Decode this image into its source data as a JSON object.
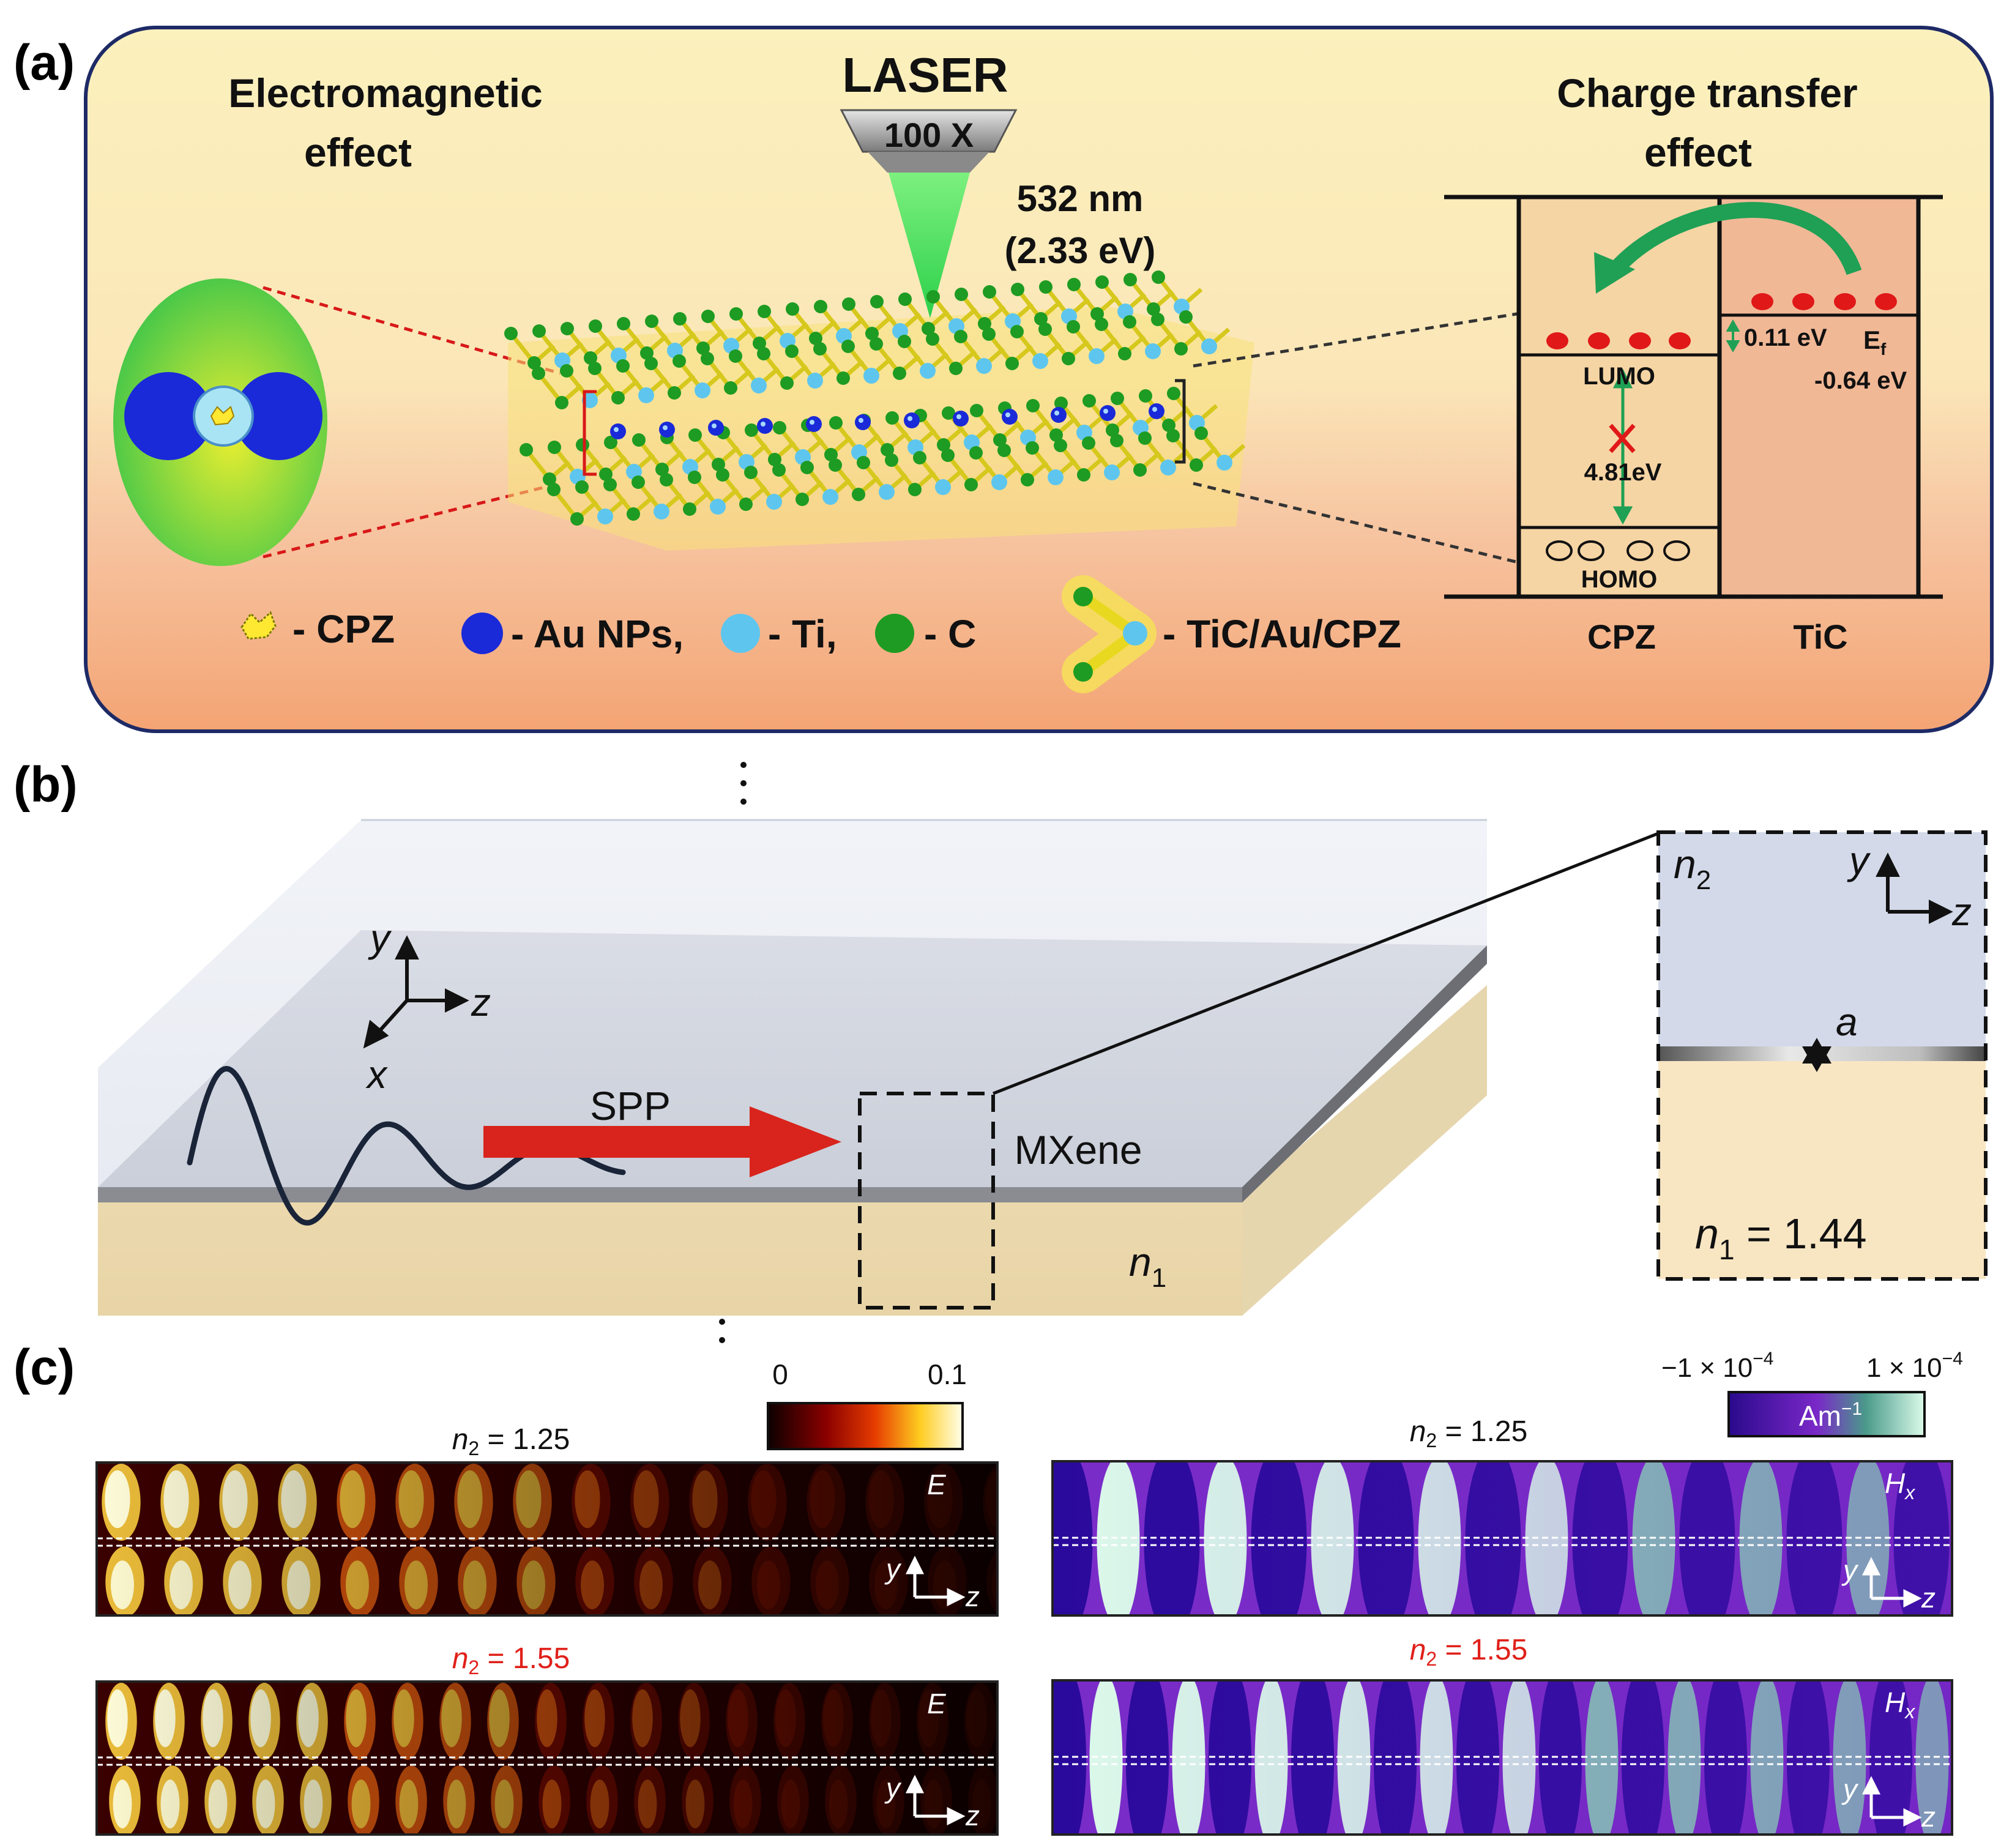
{
  "panel_a": {
    "label": "(a)",
    "em_title_1": "Electromagnetic",
    "em_title_2": "effect",
    "laser": "LASER",
    "objective": "100 X",
    "wavelength": "532 nm",
    "energy": "(2.33 eV)",
    "ct_title_1": "Charge transfer",
    "ct_title_2": "effect",
    "lumo": "LUMO",
    "homo": "HOMO",
    "gap": "4.81eV",
    "offset": "0.11 eV",
    "fermi": "E",
    "fermi_sub": "f",
    "fermi_value": "-0.64 eV",
    "col_cpz": "CPZ",
    "col_tic": "TiC",
    "legend": {
      "cpz": "- CPZ",
      "au": "- Au NPs,",
      "ti": "- Ti,",
      "c": "- C",
      "combo": "- TiC/Au/CPZ"
    }
  },
  "panel_b": {
    "label": "(b)",
    "spp": "SPP",
    "mxene": "MXene",
    "n1": "n",
    "n1_sub": "1",
    "axis_y": "y",
    "axis_z": "z",
    "axis_x": "x",
    "inset_n2": "n",
    "inset_n2_sub": "2",
    "inset_a": "a",
    "inset_n1": "n",
    "inset_n1_sub": "1",
    "inset_n1_value": " = 1.44"
  },
  "panel_c": {
    "label": "(c)",
    "e_cb_min": "0",
    "e_cb_max": "0.1",
    "h_cb_min": "−1 × 10",
    "h_cb_min_exp": "−4",
    "h_cb_max": "1 × 10",
    "h_cb_max_exp": "−4",
    "h_cb_unit": "Am",
    "h_cb_unit_exp": "−1",
    "n2_prefix": "n",
    "n2_sub": "2",
    "n2_val_1": " = 1.25",
    "n2_val_2": " = 1.55",
    "e_label": "E",
    "h_label": "H",
    "h_sub": "x",
    "axis_y": "y",
    "axis_z": "z"
  },
  "colors": {
    "panel_a_top": "#fbf0b6",
    "panel_a_bottom": "#f5a878",
    "green_arrow": "#23a05a",
    "spp_arrow": "#d8241c",
    "n2_red": "#e0201a",
    "e_map_dark": "#1a0000",
    "e_map_bright": "#ffffe0",
    "h_map_purple": "#3a0aa0",
    "h_map_mint": "#d8f8e8"
  }
}
